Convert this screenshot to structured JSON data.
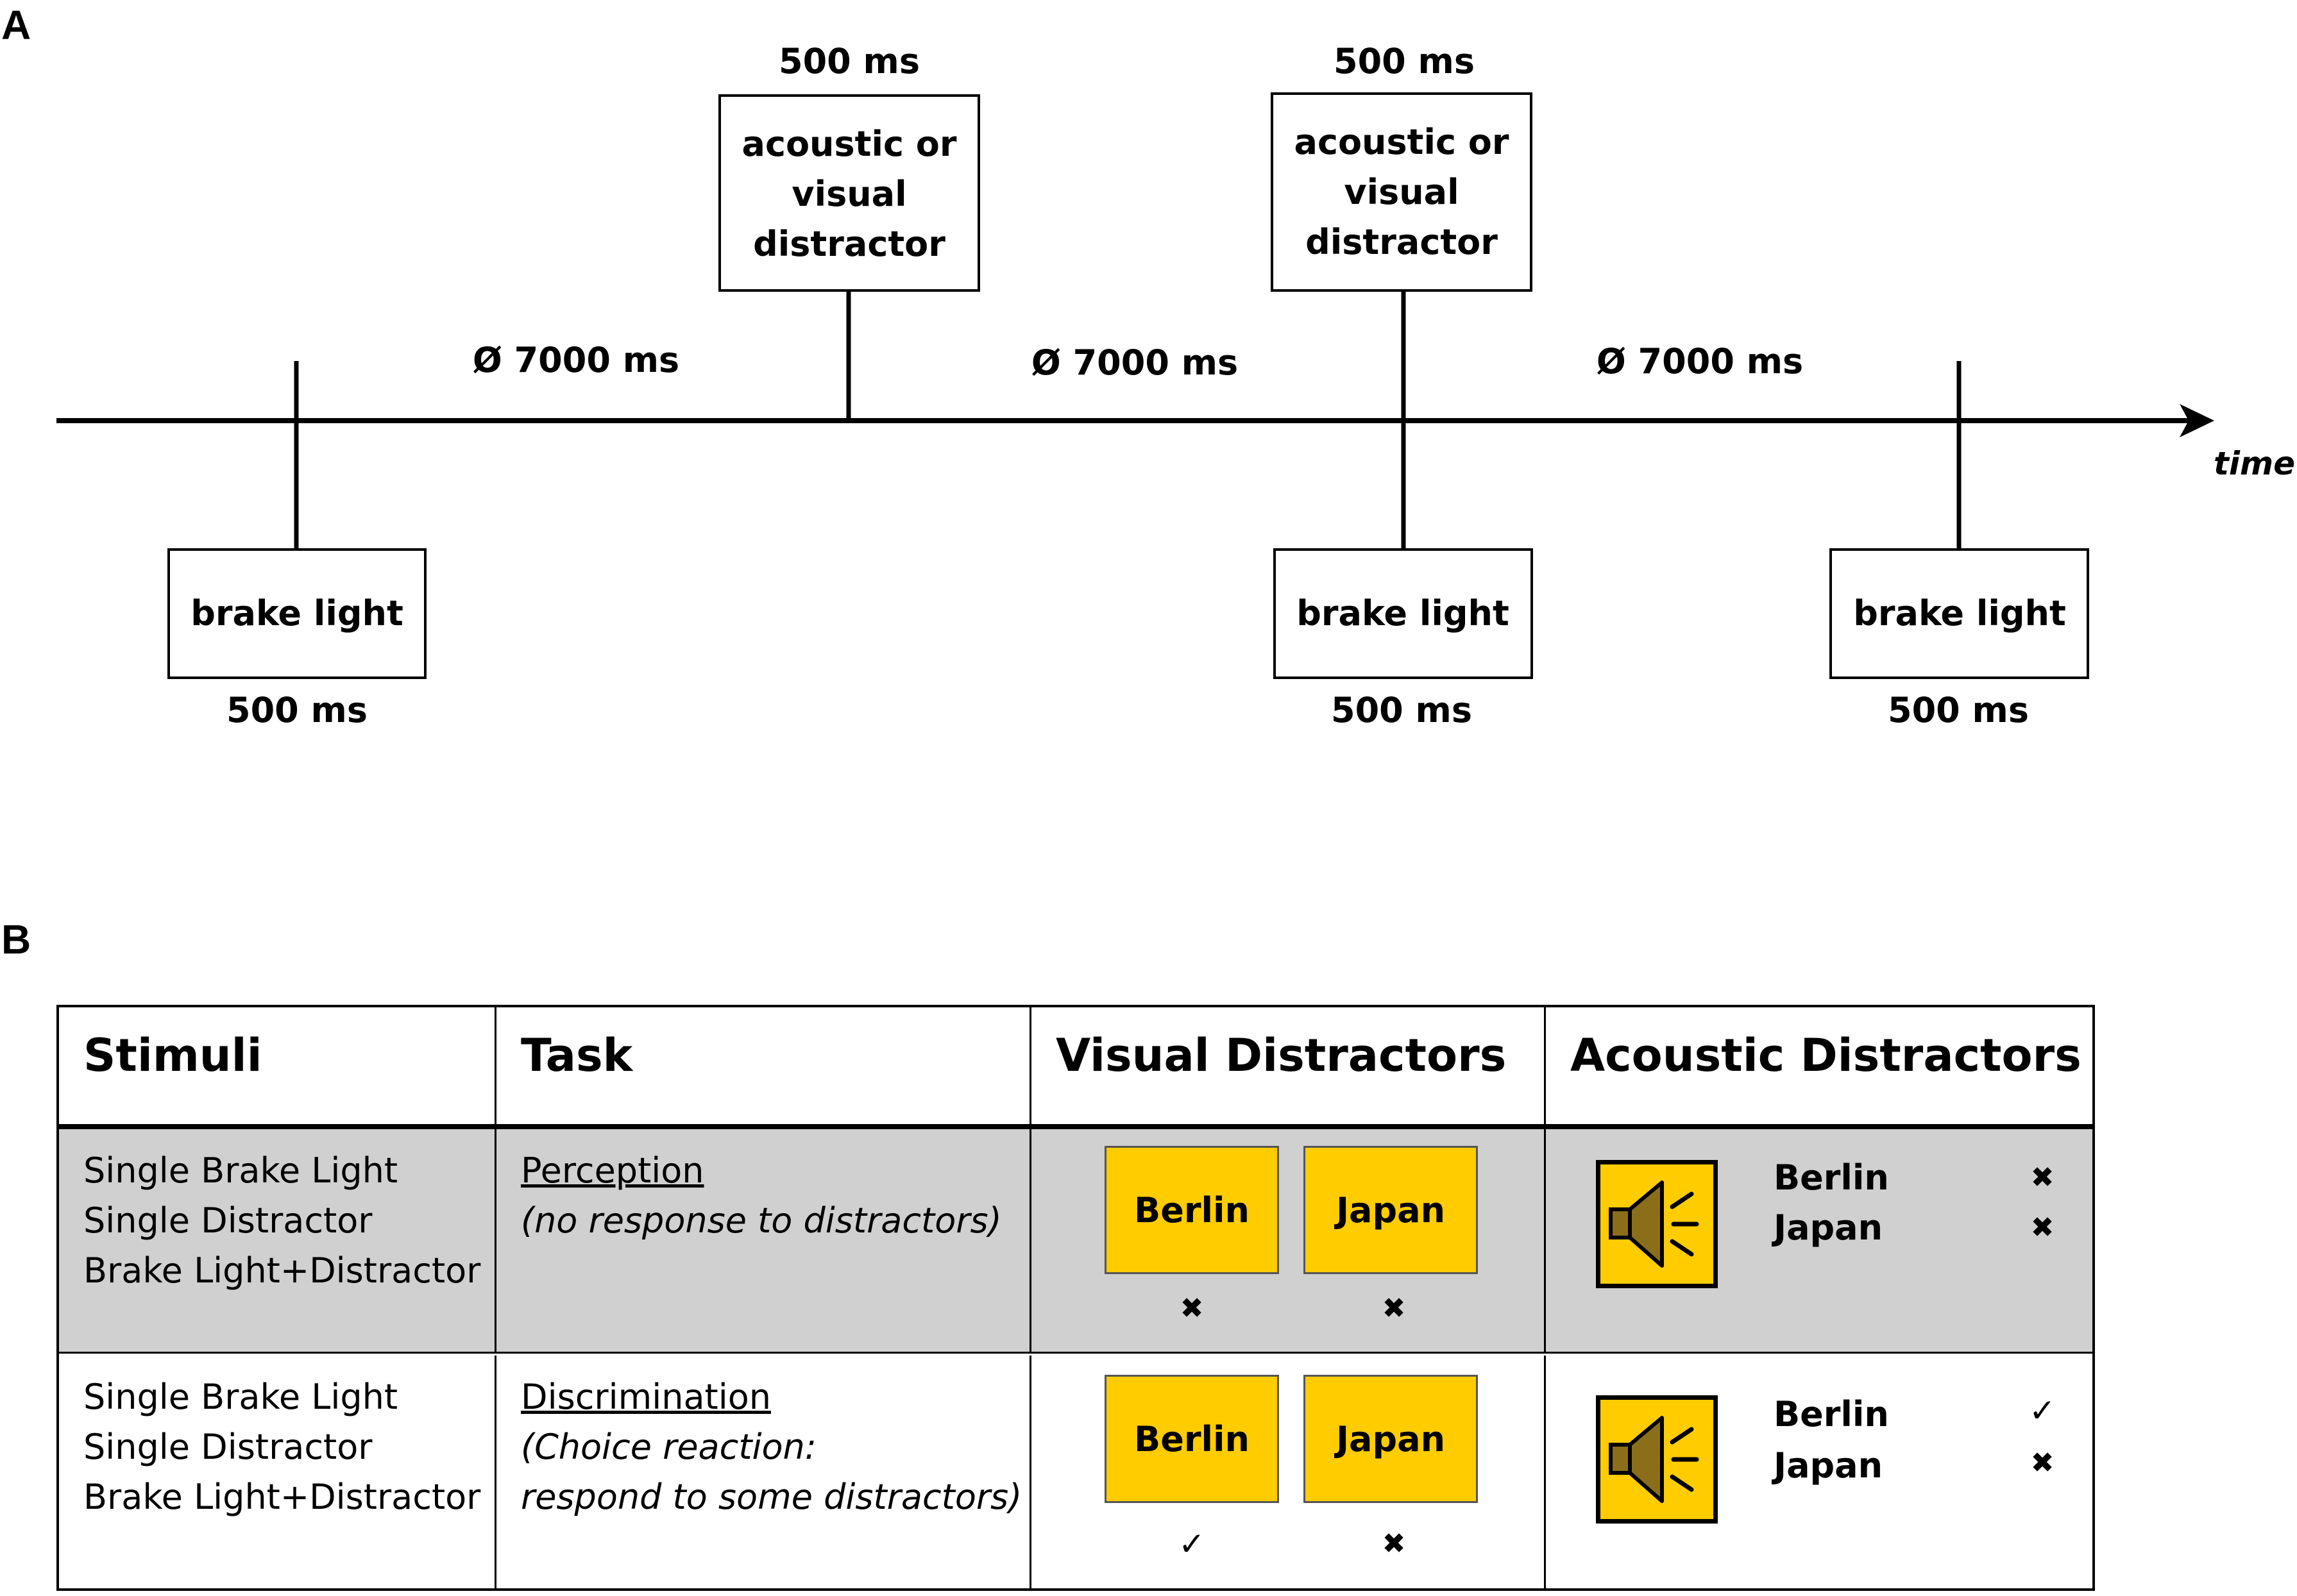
{
  "panel_a": {
    "letter": "A",
    "axis_label": "time",
    "interval_labels": [
      "Ø 7000 ms",
      "Ø 7000 ms",
      "Ø 7000 ms"
    ],
    "distractor_boxes": [
      {
        "lines": [
          "acoustic or",
          "visual",
          "distractor"
        ],
        "duration": "500 ms"
      },
      {
        "lines": [
          "acoustic or",
          "visual",
          "distractor"
        ],
        "duration": "500 ms"
      }
    ],
    "brake_boxes": [
      {
        "label": "brake light",
        "duration": "500 ms"
      },
      {
        "label": "brake light",
        "duration": "500 ms"
      },
      {
        "label": "brake light",
        "duration": "500 ms"
      }
    ]
  },
  "panel_b": {
    "letter": "B",
    "headers": [
      "Stimuli",
      "Task",
      "Visual Distractors",
      "Acoustic Distractors"
    ],
    "rows": [
      {
        "background": "#d0d0d0",
        "stimuli": [
          "Single Brake Light",
          "Single Distractor",
          "Brake Light+Distractor"
        ],
        "task_title": "Perception",
        "task_desc": [
          "(no response to distractors)"
        ],
        "visual": [
          {
            "word": "Berlin",
            "mark": "✖"
          },
          {
            "word": "Japan",
            "mark": "✖"
          }
        ],
        "acoustic": [
          {
            "word": "Berlin",
            "mark": "✖"
          },
          {
            "word": "Japan",
            "mark": "✖"
          }
        ]
      },
      {
        "background": "#ffffff",
        "stimuli": [
          "Single Brake Light",
          "Single Distractor",
          "Brake Light+Distractor"
        ],
        "task_title": "Discrimination",
        "task_desc": [
          "(Choice reaction:",
          "respond to some distractors)"
        ],
        "visual": [
          {
            "word": "Berlin",
            "mark": "✓"
          },
          {
            "word": "Japan",
            "mark": "✖"
          }
        ],
        "acoustic": [
          {
            "word": "Berlin",
            "mark": "✓"
          },
          {
            "word": "Japan",
            "mark": "✖"
          }
        ]
      }
    ],
    "colors": {
      "distractor_yellow": "#ffcc00",
      "speaker_brown": "#8a6e1a"
    }
  }
}
